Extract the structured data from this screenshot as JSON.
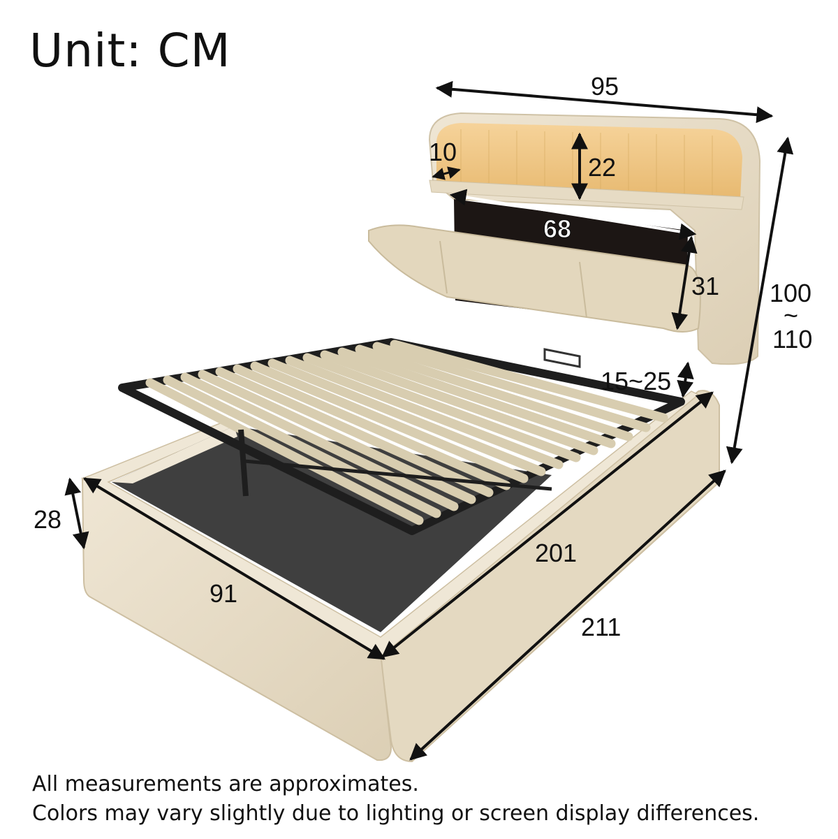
{
  "header": {
    "unit_label": "Unit: CM"
  },
  "dimensions": {
    "width_total": "95",
    "shelf_depth": "10",
    "shelf_height": "22",
    "storage_width": "68",
    "storage_height": "31",
    "height_total_top": "100",
    "height_total_sep": "~",
    "height_total_bottom": "110",
    "lift_gap": "15~25",
    "frame_height": "28",
    "inner_width": "91",
    "inner_length": "201",
    "total_length": "211"
  },
  "footer": {
    "note_line1": "All measurements are approximates.",
    "note_line2": "Colors may vary slightly due to lighting or screen display differences."
  },
  "colors": {
    "upholstery": "#e9dfcb",
    "slats": "#d8cdb0",
    "frame_metal": "#1e1e1e",
    "led_glow": "#f2c275"
  }
}
